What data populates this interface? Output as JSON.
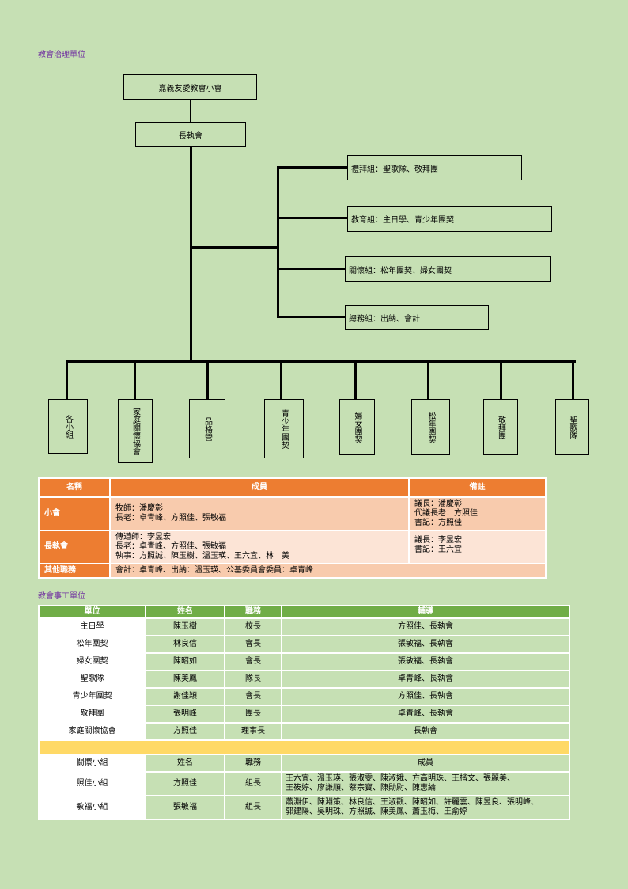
{
  "sections": {
    "governance_title": "教會治理單位",
    "ministry_title": "教會事工單位"
  },
  "org": {
    "top": "嘉義友愛教會小會",
    "elders": "長執會",
    "groups": [
      "禮拜組：聖歌隊、敬拜團",
      "教育組：主日學、青少年團契",
      "關懷組：松年團契、婦女團契",
      "總務組：出納、會計"
    ],
    "units": [
      "各小組",
      "家庭關懷協會",
      "品格營",
      "青少年團契",
      "婦女團契",
      "松年團契",
      "敬拜團",
      "聖歌隊"
    ]
  },
  "governance_table": {
    "headers": [
      "名稱",
      "成員",
      "備註"
    ],
    "rows": [
      {
        "name": "小會",
        "members": [
          "牧師：潘慶彰",
          "長老：卓青峰、方照佳、張敏福"
        ],
        "notes": [
          "議長：潘慶彰",
          "代議長老：方照佳",
          "書記：方照佳"
        ]
      },
      {
        "name": "長執會",
        "members": [
          "傳道師：李昱宏",
          "長老：卓青峰、方照佳、張敏福",
          "執事：方照誠、陳玉樹、溫玉瑛、王六宜、林　美"
        ],
        "notes": [
          "議長：李昱宏",
          "書記：王六宜"
        ]
      },
      {
        "name": "其他職務",
        "members": [
          "會計：卓青峰、出納：溫玉瑛、公基委員會委員：卓青峰"
        ],
        "notes": []
      }
    ]
  },
  "ministry_table": {
    "headers": [
      "單位",
      "姓名",
      "職務",
      "輔導"
    ],
    "rows": [
      [
        "主日學",
        "陳玉樹",
        "校長",
        "方照佳、長執會"
      ],
      [
        "松年團契",
        "林良信",
        "會長",
        "張敏福、長執會"
      ],
      [
        "婦女團契",
        "陳昭如",
        "會長",
        "張敏福、長執會"
      ],
      [
        "聖歌隊",
        "陳美鳳",
        "隊長",
        "卓青峰、長執會"
      ],
      [
        "青少年團契",
        "謝佳穎",
        "會長",
        "方照佳、長執會"
      ],
      [
        "敬拜團",
        "張明峰",
        "團長",
        "卓青峰、長執會"
      ],
      [
        "家庭關懷協會",
        "方照佳",
        "理事長",
        "長執會"
      ]
    ],
    "cell_headers": [
      "關懷小組",
      "姓名",
      "職務",
      "成員"
    ],
    "cells": [
      [
        "照佳小組",
        "方照佳",
        "組長",
        "王六宜、溫玉瑛、張淑雯、陳淑娥、方高明珠、王楷文、張麗美、",
        "王筱婷、廖謙順、蔡宗寶、陳勛尉、陳惠綸"
      ],
      [
        "敏福小組",
        "張敏福",
        "組長",
        "蕭淵伊、陳淵策、林良信、王淑觀、陳昭如、許麗雲、陳昱良、張明峰、",
        "郭建陽、吳明珠、方照誠、陳美鳳、蕭玉梅、王俞婷"
      ]
    ]
  }
}
